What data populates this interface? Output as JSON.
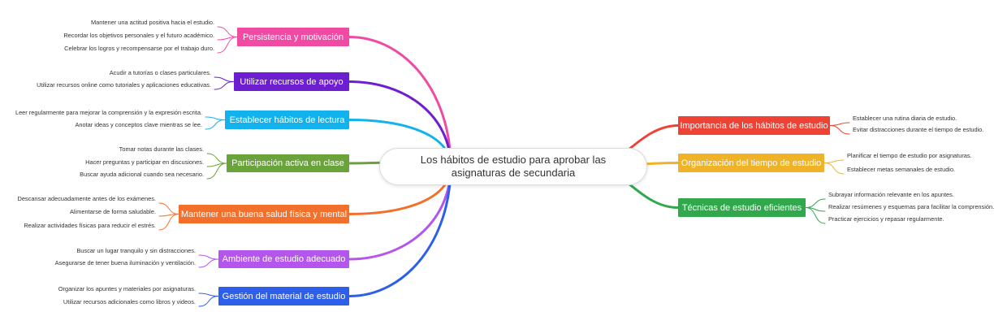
{
  "central_topic": "Los hábitos de estudio para aprobar las asignaturas de secundaria",
  "branches": [
    {
      "id": "persistencia",
      "label": "Persistencia y motivación",
      "color": "#f04ba3",
      "side": "left",
      "items": [
        "Mantener una actitud positiva hacia el estudio.",
        "Recordar los objetivos personales y el futuro académico.",
        "Celebrar los logros y recompensarse por el trabajo duro."
      ]
    },
    {
      "id": "recursos",
      "label": "Utilizar recursos de apoyo",
      "color": "#6d1ed1",
      "side": "left",
      "items": [
        "Acudir a tutorías o clases particulares.",
        "Utilizar recursos online como tutoriales y aplicaciones educativas."
      ]
    },
    {
      "id": "lectura",
      "label": "Establecer hábitos de lectura",
      "color": "#14b2ec",
      "side": "left",
      "items": [
        "Leer regularmente para mejorar la comprensión y la expresión escrita.",
        "Anotar ideas y conceptos clave mientras se lee."
      ]
    },
    {
      "id": "participacion",
      "label": "Participación activa en clase",
      "color": "#6ba33b",
      "side": "left",
      "items": [
        "Tomar notas durante las clases.",
        "Hacer preguntas y participar en discusiones.",
        "Buscar ayuda adicional cuando sea necesario."
      ]
    },
    {
      "id": "salud",
      "label": "Mantener una buena salud física y mental",
      "color": "#f3702c",
      "side": "left",
      "items": [
        "Descansar adecuadamente antes de los exámenes.",
        "Alimentarse de forma saludable.",
        "Realizar actividades físicas para reducir el estrés."
      ]
    },
    {
      "id": "ambiente",
      "label": "Ambiente de estudio adecuado",
      "color": "#b455ee",
      "side": "left",
      "items": [
        "Buscar un lugar tranquilo y sin distracciones.",
        "Asegurarse de tener buena iluminación y ventilación."
      ]
    },
    {
      "id": "material",
      "label": "Gestión del material de estudio",
      "color": "#2e5fea",
      "side": "left",
      "items": [
        "Organizar los apuntes y materiales por asignaturas.",
        "Utilizar recursos adicionales como libros y videos."
      ]
    },
    {
      "id": "importancia",
      "label": "Importancia de los hábitos de estudio",
      "color": "#ee4334",
      "side": "right",
      "items": [
        "Establecer una rutina diaria de estudio.",
        "Evitar distracciones durante el tiempo de estudio."
      ]
    },
    {
      "id": "organizacion",
      "label": "Organización del tiempo de estudio",
      "color": "#f0b328",
      "side": "right",
      "items": [
        "Planificar el tiempo de estudio por asignaturas.",
        "Establecer metas semanales de estudio."
      ]
    },
    {
      "id": "tecnicas",
      "label": "Técnicas de estudio eficientes",
      "color": "#30a84b",
      "side": "right",
      "items": [
        "Subrayar información relevante en los apuntes.",
        "Realizar resúmenes y esquemas para facilitar la comprensión.",
        "Practicar ejercicios y repasar regularmente."
      ]
    }
  ]
}
